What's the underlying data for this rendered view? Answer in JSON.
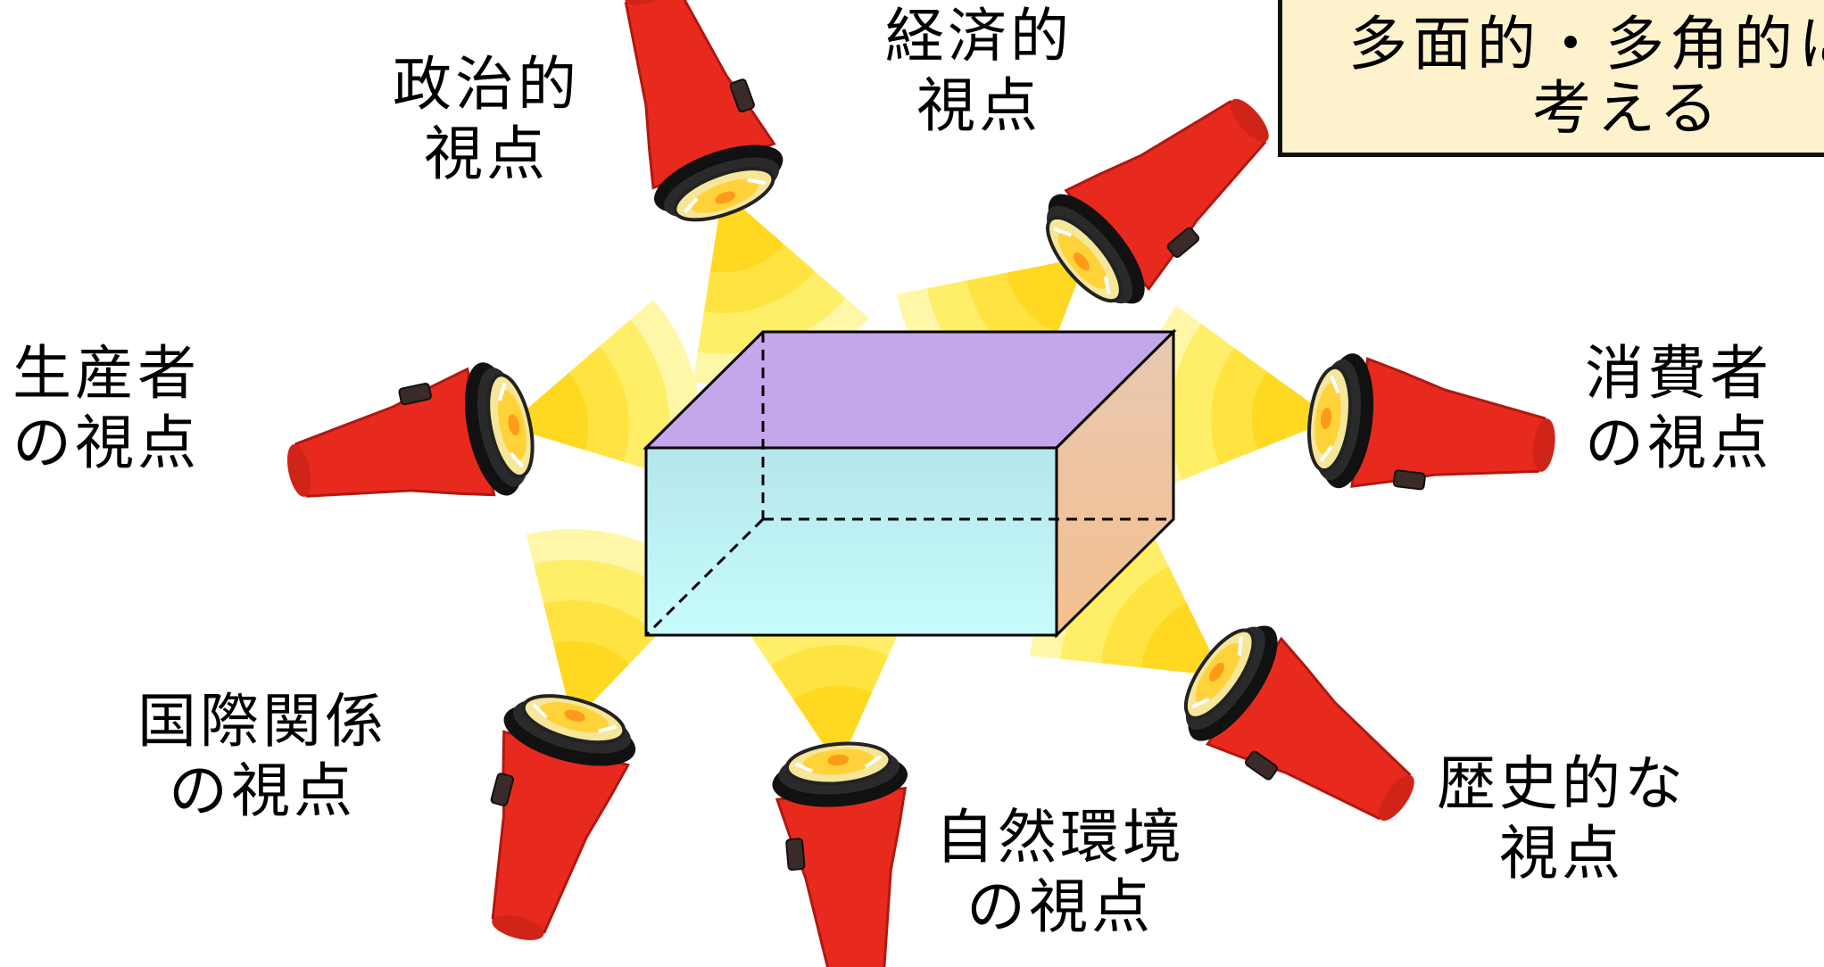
{
  "callout": {
    "line1": "多面的・多角的に",
    "line2": "考える"
  },
  "viewpoints": [
    {
      "id": "political",
      "line1": "政治的",
      "line2": "視点"
    },
    {
      "id": "economic",
      "line1": "経済的",
      "line2": "視点"
    },
    {
      "id": "producer",
      "line1": "生産者",
      "line2": "の視点"
    },
    {
      "id": "consumer",
      "line1": "消費者",
      "line2": "の視点"
    },
    {
      "id": "international",
      "line1": "国際関係",
      "line2": "の視点"
    },
    {
      "id": "natural-environment",
      "line1": "自然環境",
      "line2": "の視点"
    },
    {
      "id": "historical",
      "line1": "歴史的な",
      "line2": "視点"
    }
  ],
  "colors": {
    "box_top": "#c4a6ea",
    "box_front": "#b6f0f0",
    "box_side": "#f0c8a0",
    "flashlight_body": "#e8231c",
    "beam": "#fff07a",
    "callout_bg": "#fdf2cc"
  }
}
